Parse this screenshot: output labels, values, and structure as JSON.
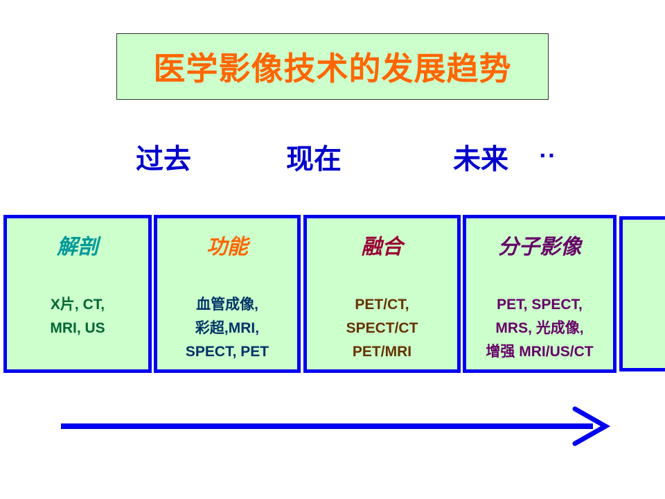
{
  "title": "医学影像技术的发展趋势",
  "eras": {
    "past": "过去",
    "present": "现在",
    "future": "未来",
    "ellipsis": "··"
  },
  "stages": [
    {
      "heading": "解剖",
      "lines": [
        "X片, CT,",
        "MRI, US"
      ]
    },
    {
      "heading": "功能",
      "lines": [
        "血管成像,",
        "彩超,MRI,",
        "SPECT, PET"
      ]
    },
    {
      "heading": "融合",
      "lines": [
        "PET/CT,",
        "SPECT/CT",
        "PET/MRI"
      ]
    },
    {
      "heading": "分子影像",
      "lines": [
        "PET, SPECT,",
        "MRS, 光成像,",
        "增强 MRI/US/CT"
      ]
    }
  ],
  "colors": {
    "title": "#ff6600",
    "title_bg": "#ccffcc",
    "era_text": "#0000cc",
    "box_border": "#0000ee",
    "box_bg": "#ccffcc",
    "arrow": "#0000ee"
  },
  "icons": {
    "timeline_arrow": "right-arrow-icon"
  }
}
